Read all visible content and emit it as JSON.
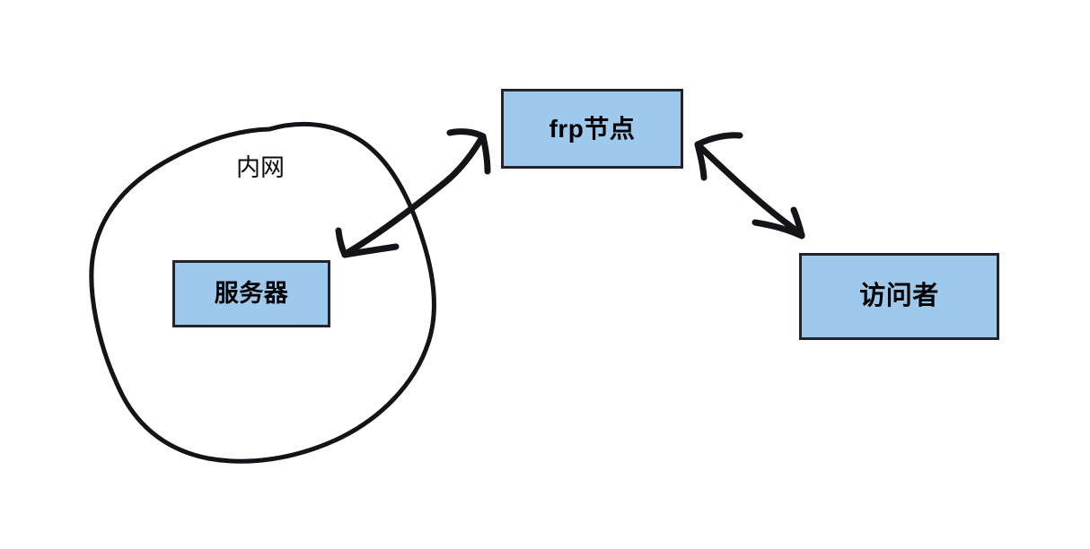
{
  "diagram": {
    "title": "frp intranet penetration topology",
    "background_color": "#ffffff",
    "stroke_color": "#23232b",
    "node_fill_color": "#9dc9ec",
    "node_border_color": "#23232b",
    "zone": {
      "label": "内网",
      "shape": "hand-drawn-blob"
    },
    "nodes": [
      {
        "id": "frp",
        "label": "frp节点"
      },
      {
        "id": "server",
        "label": "服务器"
      },
      {
        "id": "visitor",
        "label": "访问者"
      }
    ],
    "connectors": [
      {
        "id": "server-frp",
        "from": "服务器",
        "to": "frp节点",
        "style": "hand-drawn",
        "arrowheads": "both"
      },
      {
        "id": "frp-visitor",
        "from": "frp节点",
        "to": "访问者",
        "style": "hand-drawn",
        "arrowheads": "both"
      }
    ]
  }
}
